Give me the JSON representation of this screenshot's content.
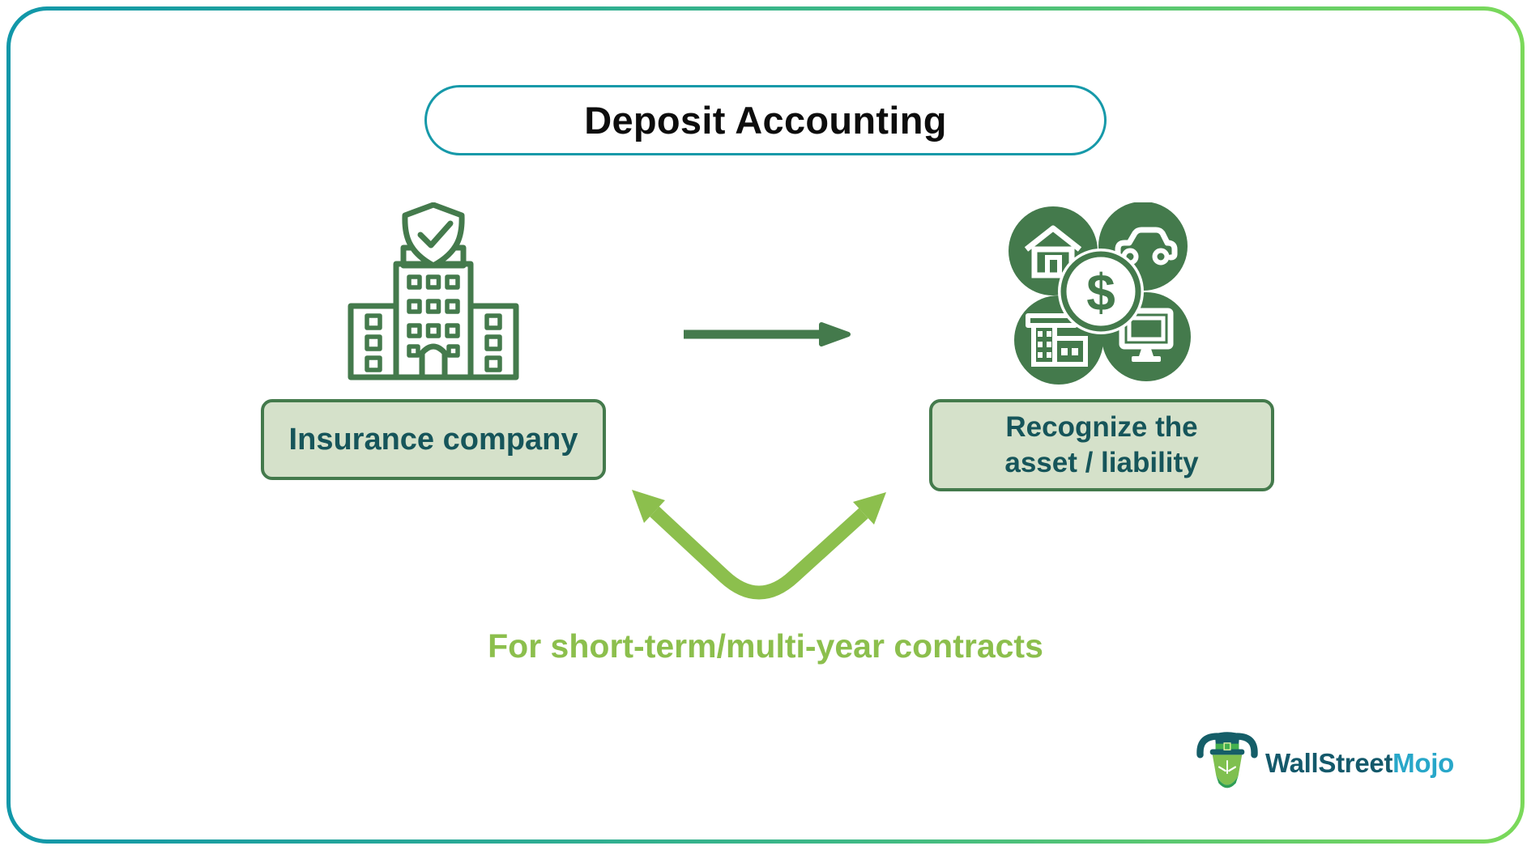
{
  "frame": {
    "gradient_left_color": "#1197a9",
    "gradient_right_color": "#7bd95a"
  },
  "title": {
    "text": "Deposit Accounting",
    "border_color": "#1699a9",
    "text_color": "#0d0d0d"
  },
  "flow": {
    "source": {
      "label": "Insurance company",
      "icon": "insurance-building-with-shield-check"
    },
    "arrow": {
      "direction": "right",
      "color": "#447a4c"
    },
    "target": {
      "label_lines": [
        "Recognize the",
        "asset / liability"
      ],
      "icons": [
        "house",
        "car",
        "office-building",
        "computer-monitor",
        "dollar-coin"
      ],
      "currency_symbol": "$"
    }
  },
  "v_arrow": {
    "type": "double-headed-v",
    "color": "#8cbf4d"
  },
  "caption": {
    "text": "For short-term/multi-year contracts",
    "color": "#8cbf4d"
  },
  "logo": {
    "text_primary": "WallStreet",
    "text_secondary": "Mojo",
    "primary_color": "#14596b",
    "secondary_color": "#28a7c9",
    "mascot": "bull-with-top-hat"
  },
  "colors": {
    "dark_green": "#447a4c",
    "box_fill": "#d5e1ca",
    "box_text": "#16555a",
    "bright_green": "#8cbf4d"
  }
}
